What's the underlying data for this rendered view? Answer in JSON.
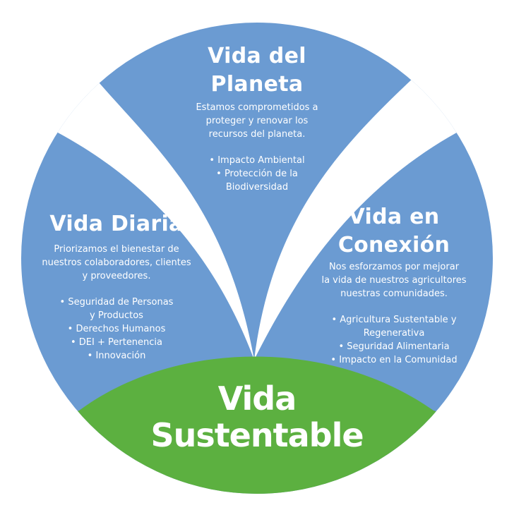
{
  "colors": {
    "petal": "#6b9bd2",
    "base": "#5cb040",
    "text": "#ffffff",
    "background": "#ffffff"
  },
  "sections": {
    "planeta": {
      "title_line1": "Vida del",
      "title_line2": "Planeta",
      "desc": [
        "Estamos comprometidos a",
        "proteger y renovar los",
        "recursos del planeta."
      ],
      "bullets": [
        "Impacto Ambiental",
        "Protección de la\nBiodiversidad"
      ]
    },
    "diaria": {
      "title": "Vida Diaria",
      "desc": [
        "Priorizamos el bienestar de",
        "nuestros colaboradores, clientes",
        "y proveedores."
      ],
      "bullets": [
        "Seguridad de Personas\ny Productos",
        "Derechos Humanos",
        "DEI + Pertenencia",
        "Innovación"
      ]
    },
    "conexion": {
      "title_line1": "Vida en",
      "title_line2": "Conexión",
      "desc": [
        "Nos esforzamos por mejorar",
        "la vida de nuestros agricultores",
        "nuestras comunidades."
      ],
      "bullets": [
        "Agricultura Sustentable y\nRegenerativa",
        "Seguridad Alimentaria",
        "Impacto en la Comunidad"
      ]
    },
    "sustentable": {
      "title_line1": "Vida",
      "title_line2": "Sustentable"
    }
  }
}
